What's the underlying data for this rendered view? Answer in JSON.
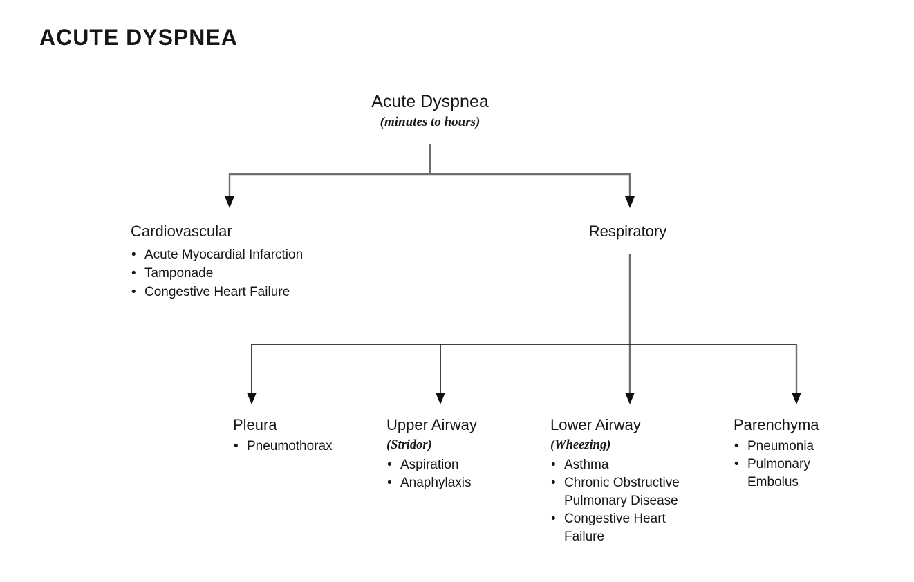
{
  "page_title": "ACUTE DYSPNEA",
  "diagram": {
    "root": {
      "label": "Acute Dyspnea",
      "qualifier": "(minutes to hours)"
    },
    "level1": [
      {
        "label": "Cardiovascular",
        "items": [
          "Acute Myocardial Infarction",
          "Tamponade",
          "Congestive Heart Failure"
        ]
      },
      {
        "label": "Respiratory",
        "children": [
          {
            "label": "Pleura",
            "qualifier": "",
            "items": [
              "Pneumothorax"
            ]
          },
          {
            "label": "Upper Airway",
            "qualifier": "(Stridor)",
            "items": [
              "Aspiration",
              "Anaphylaxis"
            ]
          },
          {
            "label": "Lower Airway",
            "qualifier": "(Wheezing)",
            "items": [
              "Asthma",
              "Chronic Obstructive Pulmonary Disease",
              "Congestive Heart Failure"
            ]
          },
          {
            "label": "Parenchyma",
            "qualifier": "",
            "items": [
              "Pneumonia",
              "Pulmonary Embolus"
            ]
          }
        ]
      }
    ]
  },
  "colors": {
    "background": "#ffffff",
    "text": "#161616",
    "line_gray": "#6e6e6e",
    "line_dark": "#222222",
    "arrowhead": "#101010"
  }
}
